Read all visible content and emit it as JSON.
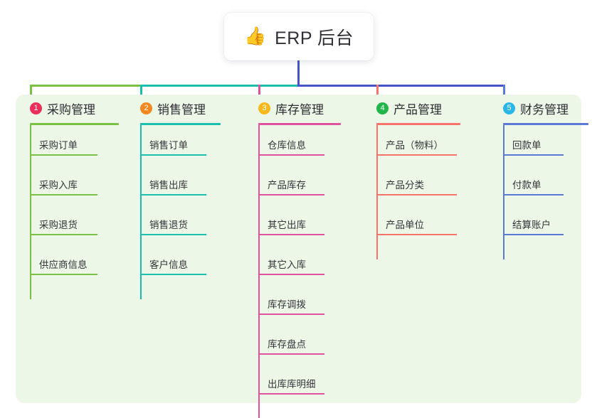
{
  "root": {
    "icon": "thumbs-up-emoji",
    "icon_glyph": "👍",
    "title": "ERP 后台"
  },
  "palette": {
    "panel_bg": "#edf7e8",
    "page_bg": "#ffffff",
    "root_line": "#4654c8",
    "text": "#2d2e33"
  },
  "columns": [
    {
      "number": "1",
      "title": "采购管理",
      "badge_color": "#ec2f5a",
      "line_color": "#7ac143",
      "items": [
        {
          "label": "采购订单"
        },
        {
          "label": "采购入库"
        },
        {
          "label": "采购退货"
        },
        {
          "label": "供应商信息"
        }
      ]
    },
    {
      "number": "2",
      "title": "销售管理",
      "badge_color": "#f6871f",
      "line_color": "#19bfae",
      "items": [
        {
          "label": "销售订单"
        },
        {
          "label": "销售出库"
        },
        {
          "label": "销售退货"
        },
        {
          "label": "客户信息"
        }
      ]
    },
    {
      "number": "3",
      "title": "库存管理",
      "badge_color": "#f7b81b",
      "line_color": "#e0519e",
      "items": [
        {
          "label": "仓库信息"
        },
        {
          "label": "产品库存"
        },
        {
          "label": "其它出库"
        },
        {
          "label": "其它入库"
        },
        {
          "label": "库存调拨"
        },
        {
          "label": "库存盘点"
        },
        {
          "label": "出库库明细"
        }
      ]
    },
    {
      "number": "4",
      "title": "产品管理",
      "badge_color": "#21b54a",
      "line_color": "#f9736c",
      "items": [
        {
          "label": "产品（物料）"
        },
        {
          "label": "产品分类"
        },
        {
          "label": "产品单位"
        }
      ]
    },
    {
      "number": "5",
      "title": "财务管理",
      "badge_color": "#29b6e8",
      "line_color": "#5b79d6",
      "items": [
        {
          "label": "回款单"
        },
        {
          "label": "付款单"
        },
        {
          "label": "结算账户"
        }
      ]
    }
  ]
}
